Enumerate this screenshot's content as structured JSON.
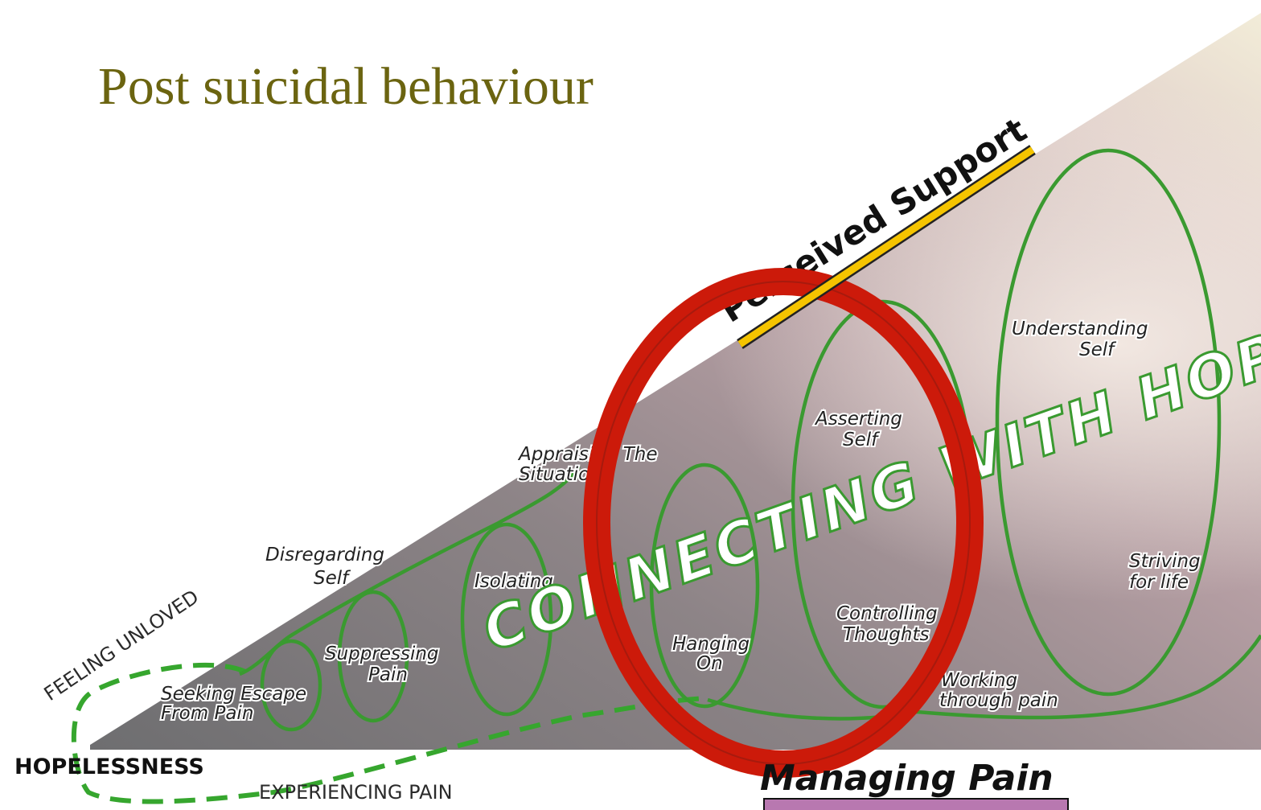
{
  "title": "Post suicidal behaviour",
  "diagram": {
    "labels": {
      "hopelessness": "HOPELESSNESS",
      "experiencing_pain": "EXPERIENCING PAIN",
      "feeling_unloved": "FEELING UNLOVED",
      "seeking_escape": [
        "Seeking Escape",
        "From Pain"
      ],
      "suppressing_pain": [
        "Suppressing",
        "Pain"
      ],
      "disregarding_self": [
        "Disregarding",
        "Self"
      ],
      "isolating": "Isolating",
      "appraising": [
        "Appraising The",
        "Situation"
      ],
      "hanging_on": [
        "Hanging",
        "On"
      ],
      "asserting_self": [
        "Asserting",
        "Self"
      ],
      "controlling_thoughts": [
        "Controlling",
        "Thoughts"
      ],
      "working_through_pain": [
        "Working",
        "through pain"
      ],
      "understanding_self": [
        "Understanding",
        "Self"
      ],
      "striving_for_life": [
        "Striving",
        "for life"
      ],
      "connecting_with_hope": "CONNECTING WITH HOPE",
      "perceived_support": "Perceived Support",
      "managing_pain": "Managing Pain"
    },
    "colors": {
      "title": "#6b6410",
      "curve": "#3a9a30",
      "highlight_ring": "#cc1a0a",
      "support_bar": "#f5c400",
      "managing_box": "#b878b0"
    }
  }
}
